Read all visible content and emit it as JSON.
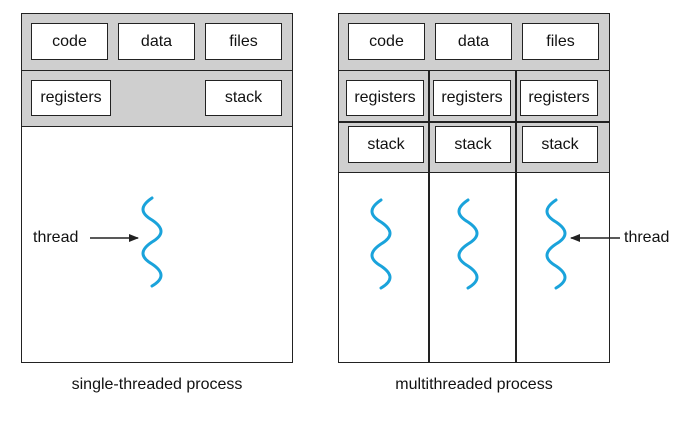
{
  "single": {
    "code": "code",
    "data": "data",
    "files": "files",
    "registers": "registers",
    "stack": "stack",
    "thread_label": "thread",
    "caption": "single-threaded process"
  },
  "multi": {
    "code": "code",
    "data": "data",
    "files": "files",
    "registers": [
      "registers",
      "registers",
      "registers"
    ],
    "stack": [
      "stack",
      "stack",
      "stack"
    ],
    "thread_label": "thread",
    "caption": "multithreaded process"
  },
  "colors": {
    "thread": "#1aa3db",
    "shared_band": "#cfcfcf",
    "outline": "#222222"
  }
}
